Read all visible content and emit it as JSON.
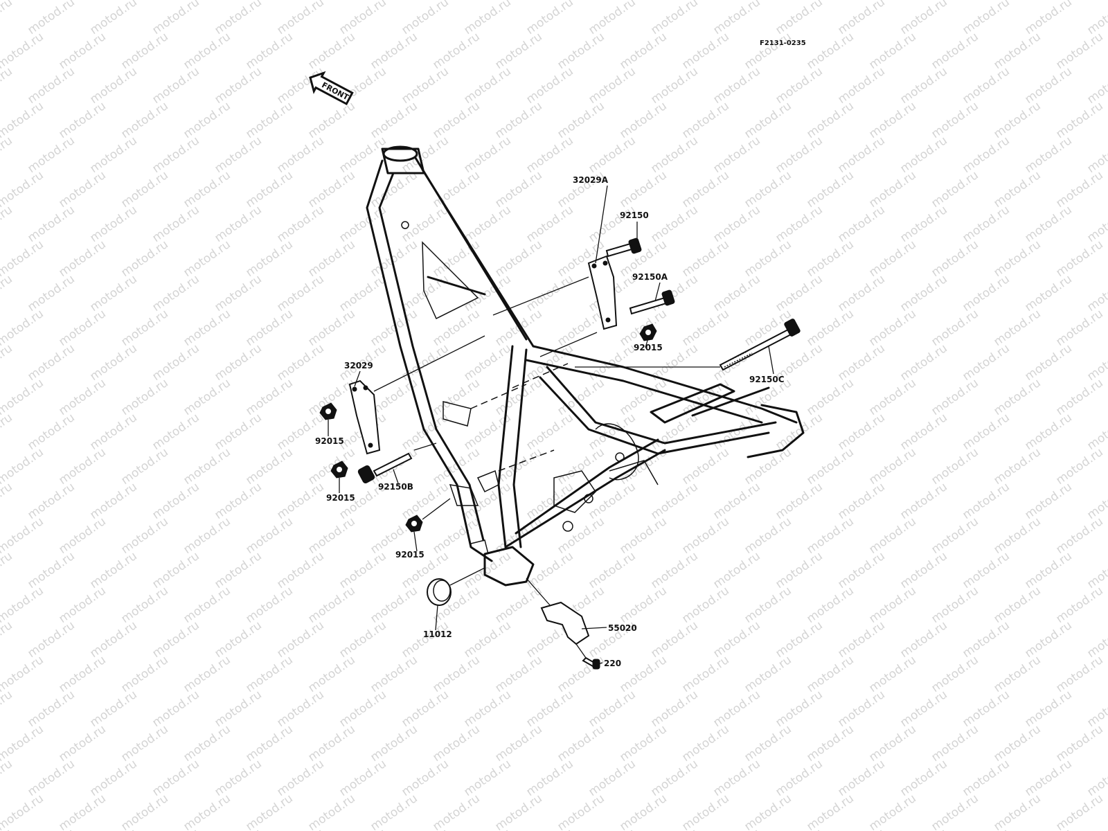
{
  "diagram": {
    "watermark_text": "motod.ru",
    "drawing_code": "F2131-0235",
    "front_marker": "FRONT",
    "part_labels": {
      "p92150": "92150",
      "p32029A": "32029A",
      "p92150A": "92150A",
      "p92015_upper": "92015",
      "p92150C": "92150C",
      "p32029": "32029",
      "p92015_left_a": "92015",
      "p92015_left_b": "92015",
      "p92150B": "92150B",
      "p92015_lower": "92015",
      "p11012": "11012",
      "p55020": "55020",
      "p220": "220"
    }
  }
}
